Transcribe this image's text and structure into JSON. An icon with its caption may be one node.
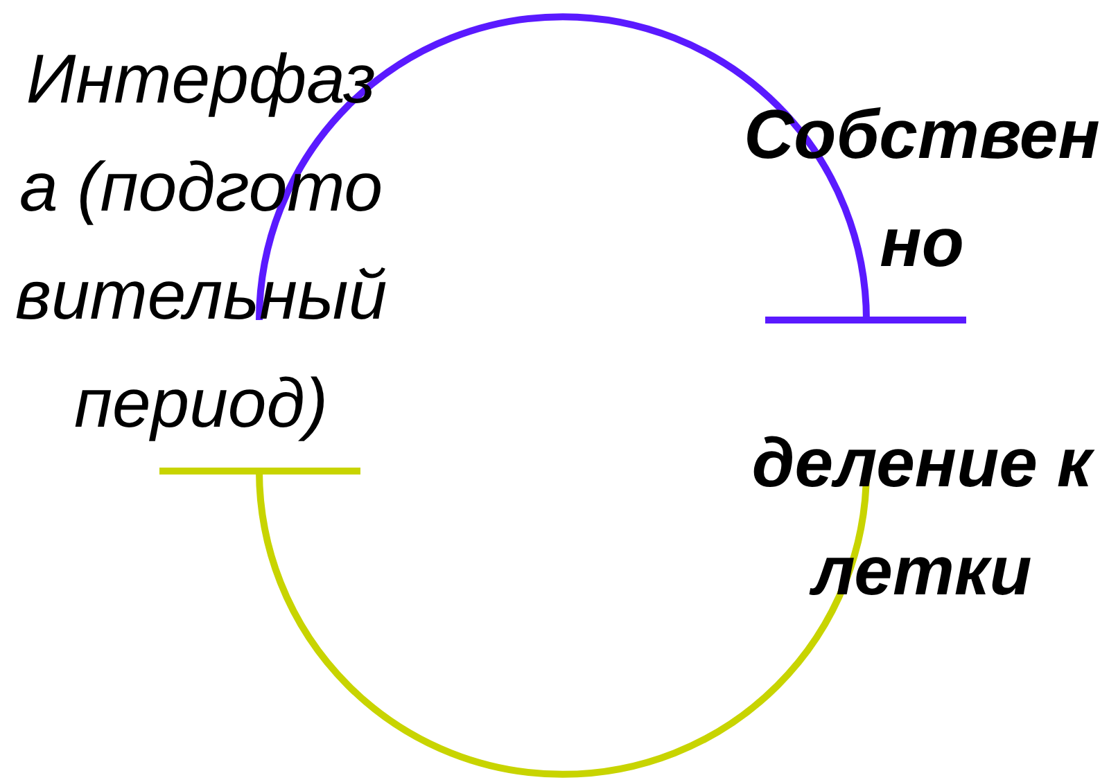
{
  "diagram": {
    "labels": [
      "Интерфаза (подготовительный период)",
      "Собственно",
      "деление клетки"
    ]
  }
}
